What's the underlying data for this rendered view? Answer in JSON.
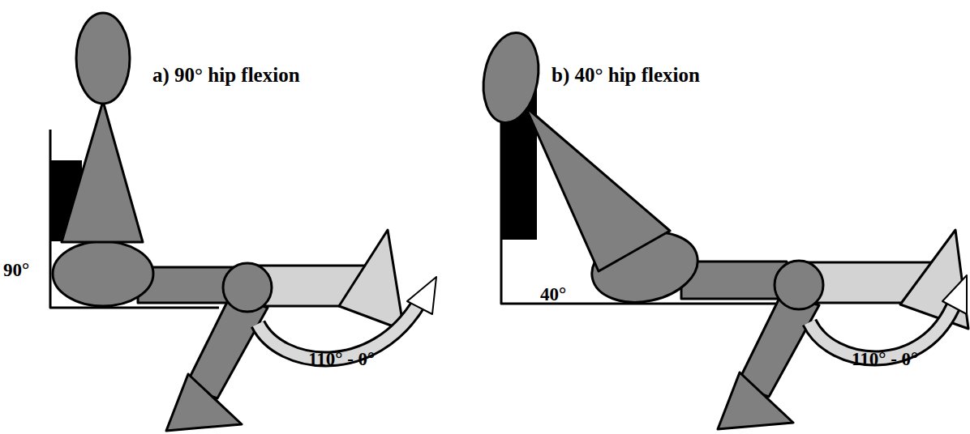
{
  "diagram": {
    "labels": [
      "a) 90° hip flexion",
      "90°",
      "110° - 0°",
      "b) 40° hip flexion",
      "40°",
      "110° - 0°"
    ]
  }
}
